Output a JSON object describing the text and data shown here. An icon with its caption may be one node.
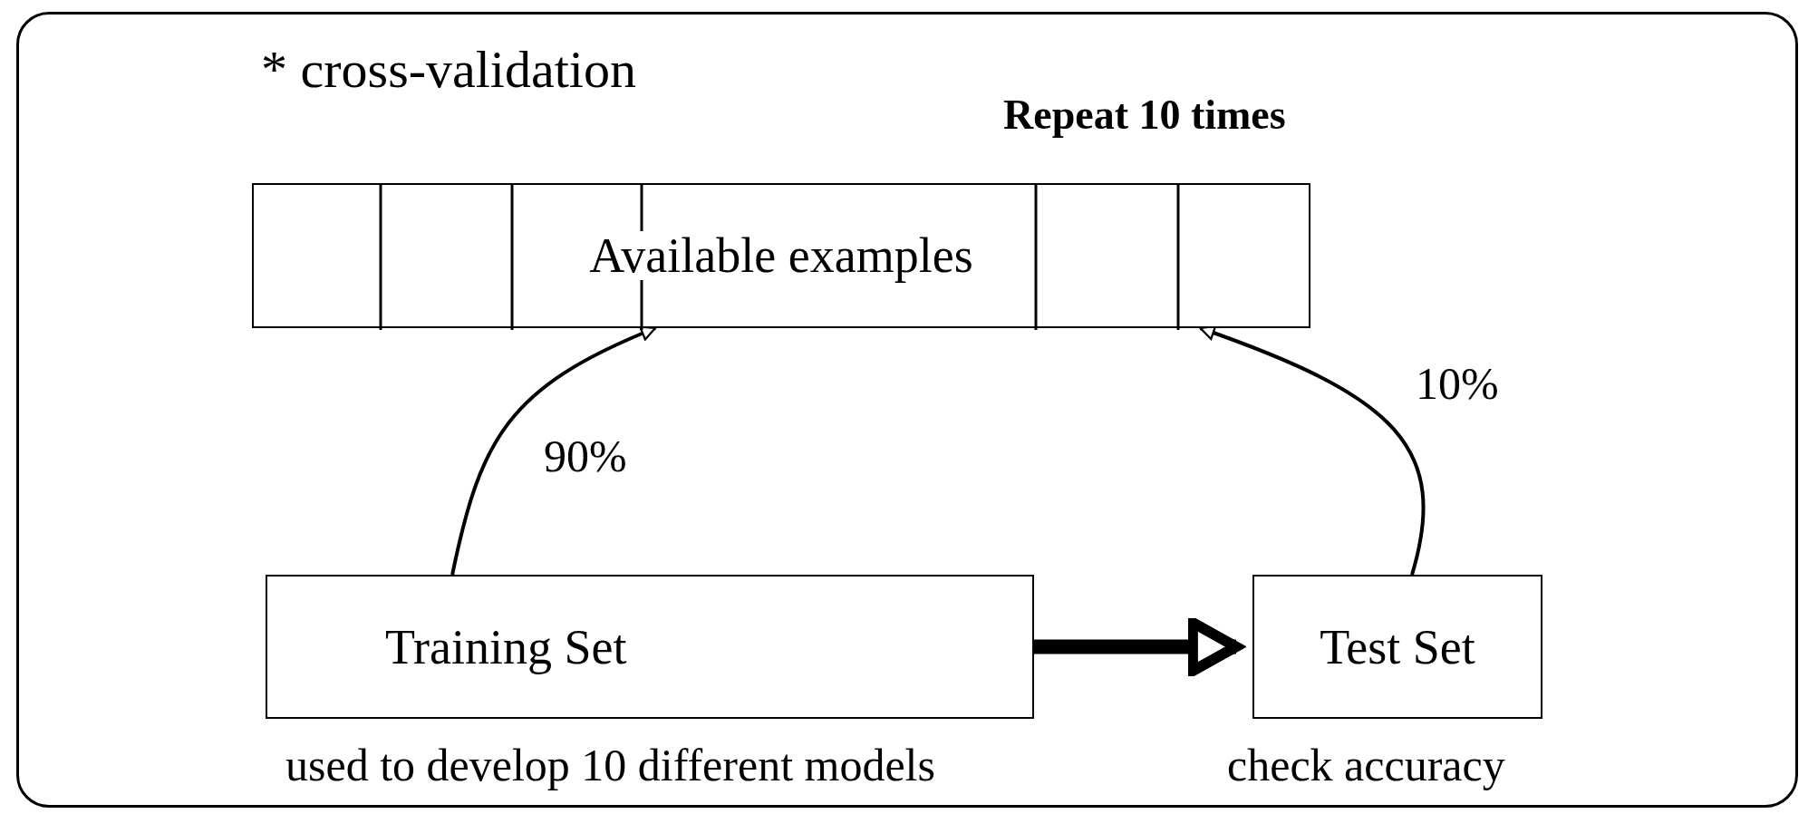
{
  "diagram": {
    "title": "* cross-validation",
    "nodes": [
      {
        "text": [
          "Available examples"
        ]
      },
      {
        "text": [
          "Training Set"
        ],
        "beside": [
          "used to develop 10 different models"
        ]
      },
      {
        "text": [
          "Test Set"
        ],
        "beside": [
          "check accuracy"
        ]
      }
    ],
    "edges": [
      {
        "from": 1,
        "to": 0,
        "arrow": "to",
        "label": "90%"
      },
      {
        "from": 2,
        "to": 0,
        "arrow": "to",
        "label": "10%"
      },
      {
        "from": 1,
        "to": 2,
        "arrow": "to",
        "style": "thick"
      }
    ],
    "labels": [
      "Repeat 10 times"
    ]
  }
}
